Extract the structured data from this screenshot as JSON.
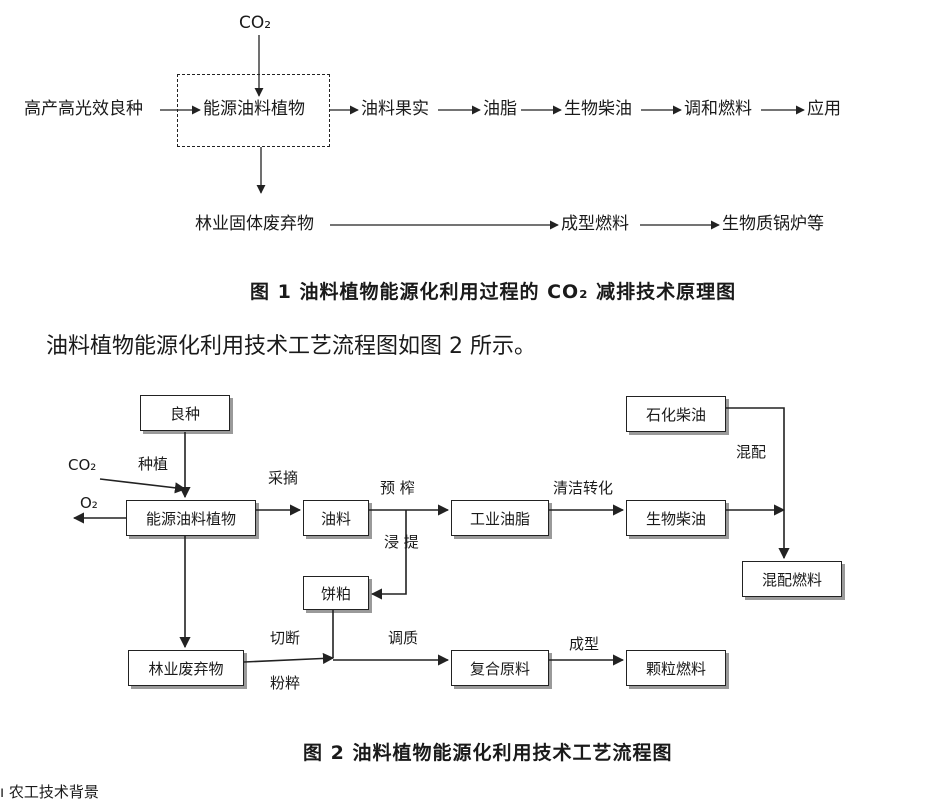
{
  "figure1": {
    "co2": "CO₂",
    "seed": "高产高光效良种",
    "plant": "能源油料植物",
    "fruit": "油料果实",
    "oil": "油脂",
    "biodiesel": "生物柴油",
    "blend_fuel": "调和燃料",
    "application": "应用",
    "forest_waste": "林业固体废弃物",
    "shaped_fuel": "成型燃料",
    "boiler": "生物质锅炉等",
    "caption": "图 1 油料植物能源化利用过程的 CO₂ 减排技术原理图"
  },
  "paragraph": "油料植物能源化利用技术工艺流程图如图 2 所示。",
  "figure2": {
    "nodes": {
      "good_seed": "良种",
      "plant": "能源油料植物",
      "oilseed": "油料",
      "industrial_oil": "工业油脂",
      "biodiesel": "生物柴油",
      "petro_diesel": "石化柴油",
      "blended_fuel": "混配燃料",
      "seed_cake": "饼粕",
      "forest_waste": "林业废弃物",
      "composite_material": "复合原料",
      "pellet_fuel": "颗粒燃料"
    },
    "labels": {
      "co2": "CO₂",
      "plant_growing": "种植",
      "o2": "O₂",
      "harvest": "采摘",
      "pre_press": "预  榨",
      "leach_extract": "浸  提",
      "clean_convert": "清洁转化",
      "blend": "混配",
      "cut": "切断",
      "crush": "粉粹",
      "condition": "调质",
      "shaping": "成型"
    },
    "caption": "图 2 油料植物能源化利用技术工艺流程图"
  },
  "footer_fragment": "ı    农工技术背景"
}
